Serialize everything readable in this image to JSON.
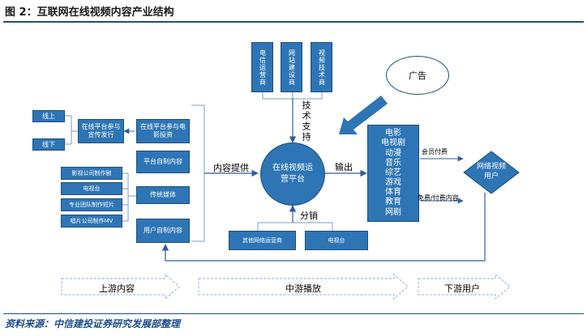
{
  "title": "图 2：互联网在线视频内容产业结构",
  "source": "资料来源：中信建投证券研究发展部整理",
  "top_boxes": [
    "电信运营商",
    "网站建设商",
    "视频技术商"
  ],
  "ad_label": "广告",
  "tech_support_label": "技术支持",
  "distribution_label": "分销",
  "content_provide_label": "内容提供",
  "output_label": "输出",
  "center_label": "在线视频运营平台",
  "online_label": "线上",
  "offline_label": "线下",
  "promo_box": "在线平台参与宣传发行",
  "invest_box": "在线平台参与电影投资",
  "self_made_box": "平台自制内容",
  "traditional_media_box": "传统媒体",
  "ugc_box": "用户自制内容",
  "small_sources": [
    "影视公司制作剧",
    "电视台",
    "专业团队制作短片",
    "唱片公司制作MV"
  ],
  "distribution_boxes": [
    "其他网络运营商",
    "电视台"
  ],
  "content_list": [
    "电影",
    "电视剧",
    "动漫",
    "音乐",
    "综艺",
    "游戏",
    "体育",
    "教育",
    "网剧"
  ],
  "users_label": "网络视频用户",
  "member_pay_label": "会员付费",
  "free_pay_label": "免费/付费内容",
  "stages": [
    "上游内容",
    "中游播放",
    "下游用户"
  ]
}
